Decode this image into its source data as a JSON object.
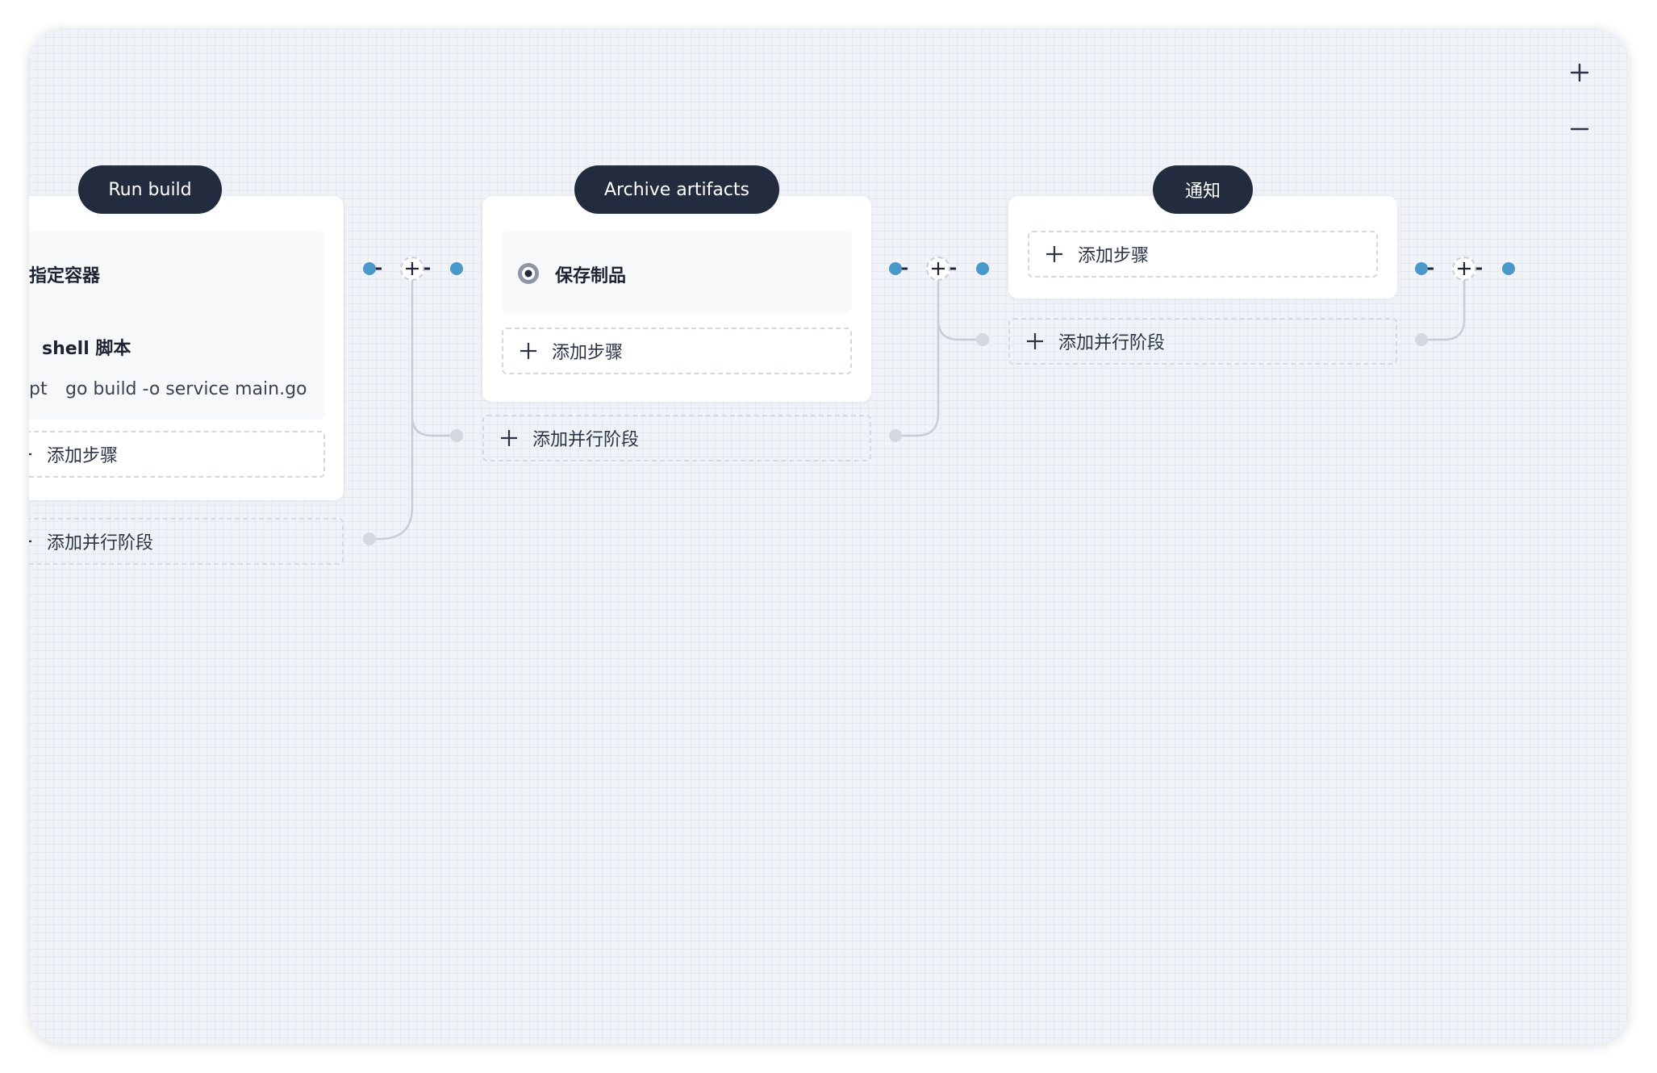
{
  "colors": {
    "canvas_bg": "#f0f3f7",
    "title_pill": "#232c3e",
    "accent_dot": "#4a97c9",
    "muted_dot": "#d4d8de",
    "connector_line": "#c8cdd5"
  },
  "zoom": {
    "in_icon": "plus-icon",
    "out_icon": "minus-icon"
  },
  "stages": [
    {
      "title": "Run build",
      "steps": [
        {
          "label": "指定容器"
        },
        {
          "label": "shell 脚本",
          "detail_key": "pt",
          "detail_value": "go build -o service main.go"
        }
      ],
      "add_step": "添加步骤",
      "add_parallel": "添加并行阶段"
    },
    {
      "title": "Archive artifacts",
      "steps": [
        {
          "label": "保存制品",
          "icon": "radio-target-icon"
        }
      ],
      "add_step": "添加步骤",
      "add_parallel": "添加并行阶段"
    },
    {
      "title": "通知",
      "steps": [],
      "add_step": "添加步骤",
      "add_parallel": "添加并行阶段"
    }
  ]
}
